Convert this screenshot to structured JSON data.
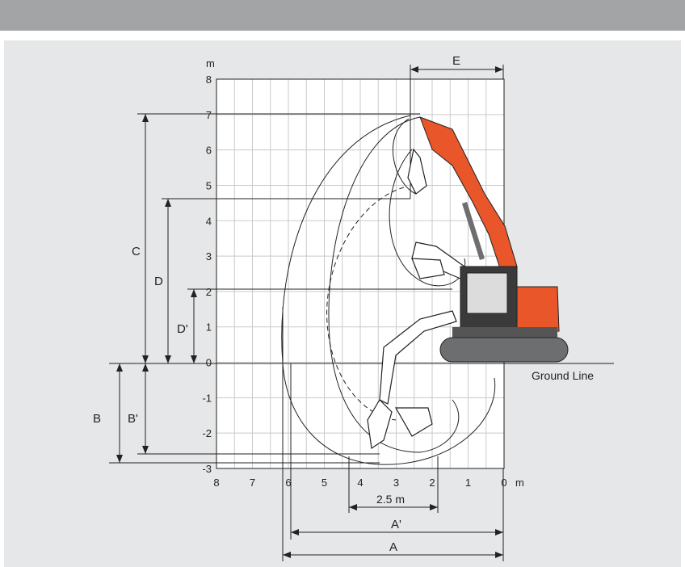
{
  "axes": {
    "y_unit": "m",
    "x_unit": "m",
    "y_ticks": [
      "8",
      "7",
      "6",
      "5",
      "4",
      "3",
      "2",
      "1",
      "0",
      "-1",
      "-2",
      "-3"
    ],
    "x_ticks": [
      "8",
      "7",
      "6",
      "5",
      "4",
      "3",
      "2",
      "1",
      "0"
    ]
  },
  "labels": {
    "A": "A",
    "A_prime": "A'",
    "B": "B",
    "B_prime": "B'",
    "C": "C",
    "D": "D",
    "D_prime": "D'",
    "E": "E",
    "span": "2.5 m",
    "ground_line": "Ground Line"
  },
  "colors": {
    "header": "#a3a4a6",
    "panel": "#e6e7e8",
    "machine_orange": "#e8562a",
    "machine_dark": "#2b2b2b",
    "track_gray": "#6d6e70"
  }
}
